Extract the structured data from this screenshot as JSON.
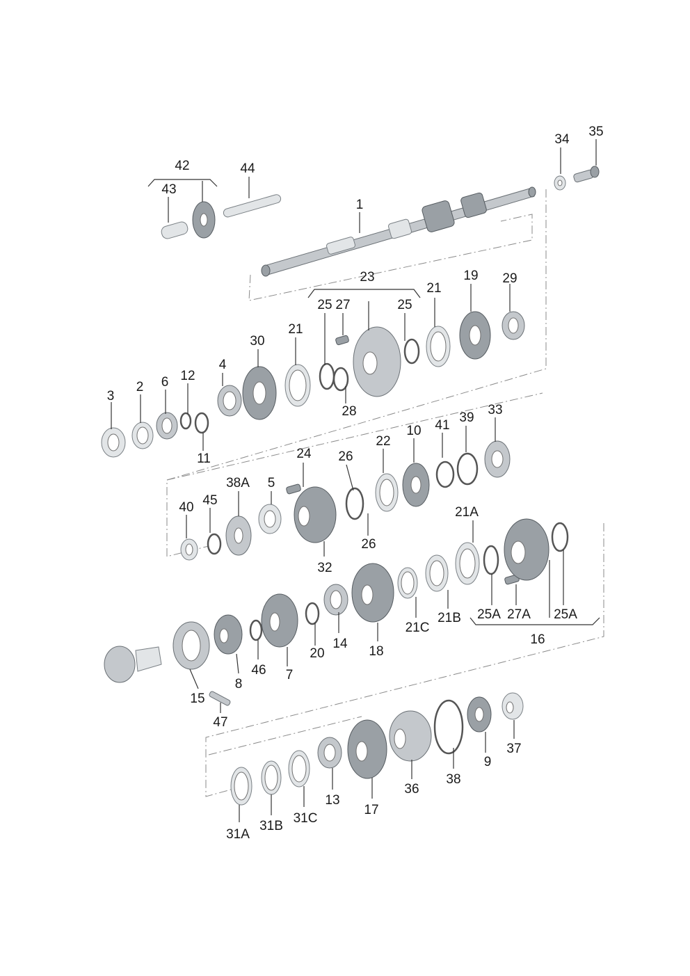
{
  "labels": {
    "l1": "1",
    "l2": "2",
    "l3": "3",
    "l4": "4",
    "l5": "5",
    "l6": "6",
    "l7": "7",
    "l8": "8",
    "l9": "9",
    "l10": "10",
    "l11": "11",
    "l12": "12",
    "l13": "13",
    "l14": "14",
    "l15": "15",
    "l16": "16",
    "l17": "17",
    "l18": "18",
    "l19": "19",
    "l20": "20",
    "l21a": "21",
    "l21b": "21",
    "l21A": "21A",
    "l21B": "21B",
    "l21C": "21C",
    "l22": "22",
    "l23": "23",
    "l24": "24",
    "l25a": "25",
    "l25b": "25",
    "l25A1": "25A",
    "l25A2": "25A",
    "l26a": "26",
    "l26b": "26",
    "l27": "27",
    "l27A": "27A",
    "l28": "28",
    "l29": "29",
    "l30": "30",
    "l31A": "31A",
    "l31B": "31B",
    "l31C": "31C",
    "l32": "32",
    "l33": "33",
    "l34": "34",
    "l35": "35",
    "l36": "36",
    "l37": "37",
    "l38": "38",
    "l38A": "38A",
    "l39": "39",
    "l40": "40",
    "l41": "41",
    "l42": "42",
    "l43": "43",
    "l44": "44",
    "l45": "45",
    "l46": "46",
    "l47": "47"
  }
}
